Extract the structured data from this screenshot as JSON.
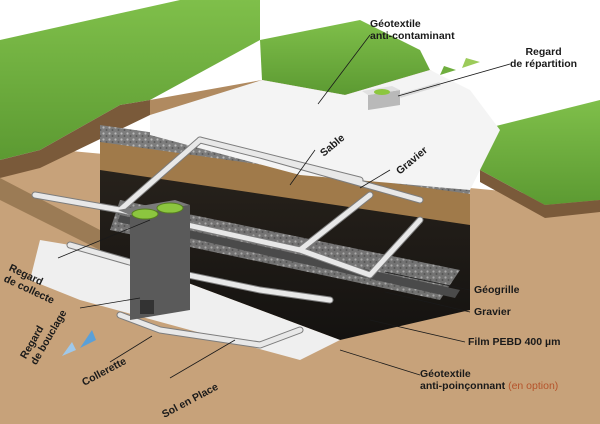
{
  "labels": {
    "geotextile_top": [
      "Géotextile",
      "anti-contaminant"
    ],
    "regard_repartition": [
      "Regard",
      "de répartition"
    ],
    "sable": "Sable",
    "gravier_top": "Gravier",
    "regard_collecte": [
      "Regard",
      "de collecte"
    ],
    "regard_bouclage": [
      "Regard",
      "de bouclage"
    ],
    "geogrille": "Géogrille",
    "gravier_bottom": "Gravier",
    "film": "Film PEBD 400 µm",
    "geotextile_bottom": [
      "Géotextile",
      "anti-poinçonnant"
    ],
    "en_option": "(en option)",
    "collerette": "Collerette",
    "sol": "Sol en Place"
  },
  "colors": {
    "grass": "#6fae3e",
    "soil": "#c7a27a",
    "sand": "#a07a4a",
    "gravel": "#8a8a8a",
    "pit": "#1e1a16",
    "pipe": "#e6e6e6",
    "geotextile": "#f4f4f4",
    "lid": "#8cc63f",
    "inflow_arrow": "#9ccb5a",
    "outflow_arrow": "#5aa0d8",
    "option_text": "#b5532a"
  }
}
